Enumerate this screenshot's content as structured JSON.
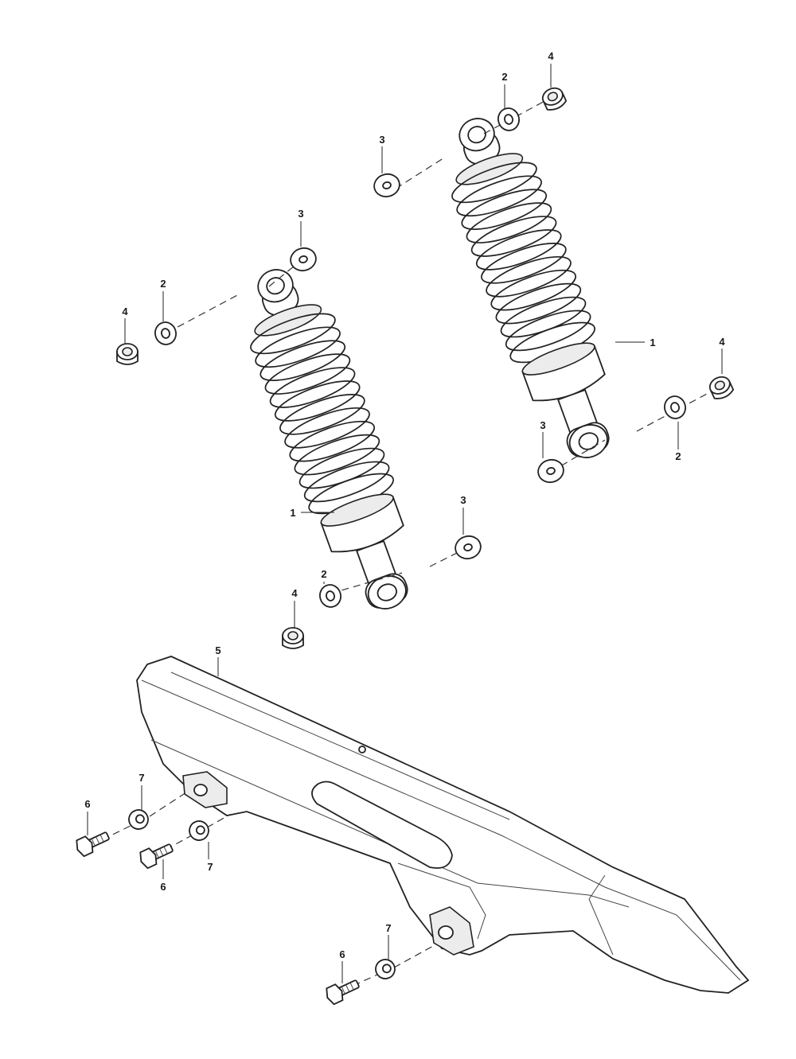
{
  "labels": {
    "shock_absorber": "1",
    "washer_small": "2",
    "washer_large": "3",
    "cap_nut": "4",
    "chain_guard": "5",
    "flange_bolt": "6",
    "washer_guard": "7"
  }
}
